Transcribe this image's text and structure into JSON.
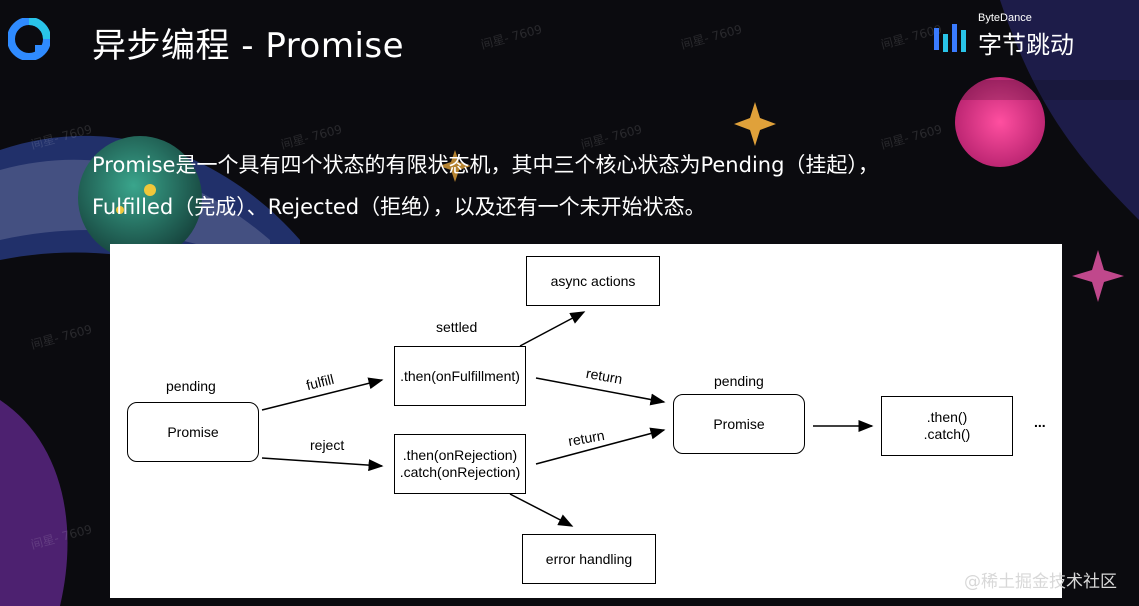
{
  "slide": {
    "title": "异步编程 - Promise",
    "description_lines": [
      "Promise是一个具有四个状态的有限状态机，其中三个核心状态为Pending（挂起），",
      "Fulfilled（完成）、Rejected（拒绝），以及还有一个未开始状态。"
    ]
  },
  "brand": {
    "sub": "ByteDance",
    "name": "字节跳动"
  },
  "diagram": {
    "left_state_label": "pending",
    "left_node": "Promise",
    "fulfill_label": "fulfill",
    "reject_label": "reject",
    "settled_label": "settled",
    "then_fulfillment": ".then(onFulfillment)",
    "then_rejection": ".then(onRejection)",
    "catch_rejection": ".catch(onRejection)",
    "async_actions": "async actions",
    "error_handling": "error handling",
    "return_top": "return",
    "return_bottom": "return",
    "right_state_label": "pending",
    "right_node": "Promise",
    "chain_then": ".then()",
    "chain_catch": ".catch()",
    "ellipsis": "..."
  },
  "watermark": "@稀土掘金技术社区",
  "tile_watermark": "间星- 7609",
  "colors": {
    "background": "#0b0b0f",
    "brand_blue": "#3a7bff",
    "brand_cyan": "#29c4e8"
  }
}
